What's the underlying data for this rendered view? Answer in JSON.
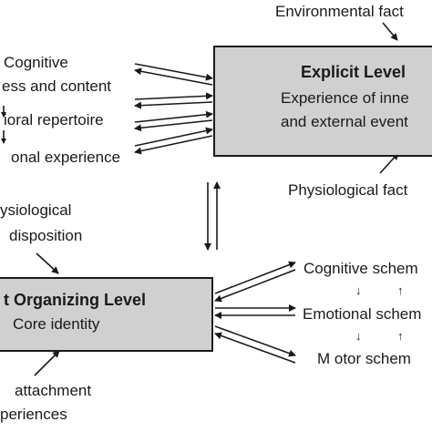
{
  "top_label": "Environmental fact",
  "explicit_box": {
    "title": "Explicit Level",
    "line1": "Experience of inne",
    "line2": "and external event"
  },
  "physiological_label": "Physiological fact",
  "left_top": {
    "line1": "Cognitive",
    "line2": "ess and content",
    "line3": "ioral repertoire",
    "line4": "onal experience"
  },
  "left_mid": {
    "line1": "ysiological",
    "line2": "disposition"
  },
  "organizing_box": {
    "title": "t  Organizing Level",
    "line1": "Core identity"
  },
  "left_bottom": {
    "line1": "attachment",
    "line2": "periences"
  },
  "right_schemes": {
    "cognitive": "Cognitive schem",
    "emotional": "Emotional schem",
    "motor": "M otor schem",
    "down_arrow": "↓",
    "up_arrow": "↑"
  }
}
